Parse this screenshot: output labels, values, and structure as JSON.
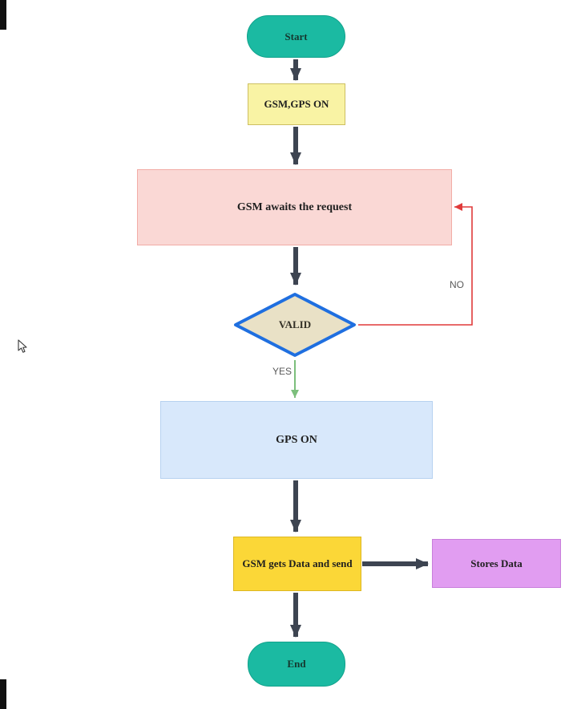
{
  "diagram": {
    "nodes": {
      "start": {
        "label": "Start"
      },
      "gsm_gps_on": {
        "label": "GSM,GPS ON"
      },
      "awaits_request": {
        "label": "GSM awaits the request"
      },
      "valid_decision": {
        "label": "VALID"
      },
      "gps_on": {
        "label": "GPS ON"
      },
      "gsm_gets_data": {
        "label": "GSM gets Data and send"
      },
      "stores_data": {
        "label": "Stores Data"
      },
      "end": {
        "label": "End"
      }
    },
    "edge_labels": {
      "yes": "YES",
      "no": "NO"
    },
    "colors": {
      "terminal_fill": "#1bbaa2",
      "gsm_gps_on_fill": "#f9f3a4",
      "awaits_fill": "#fad8d5",
      "decision_fill": "#e9e1c6",
      "decision_border": "#1f6fe0",
      "gps_on_fill": "#d8e8fb",
      "gets_data_fill": "#fbd737",
      "stores_fill": "#e19df1",
      "arrow": "#3d4451",
      "yes_arrow": "#7cbf7c",
      "no_arrow": "#e03a3a"
    }
  }
}
